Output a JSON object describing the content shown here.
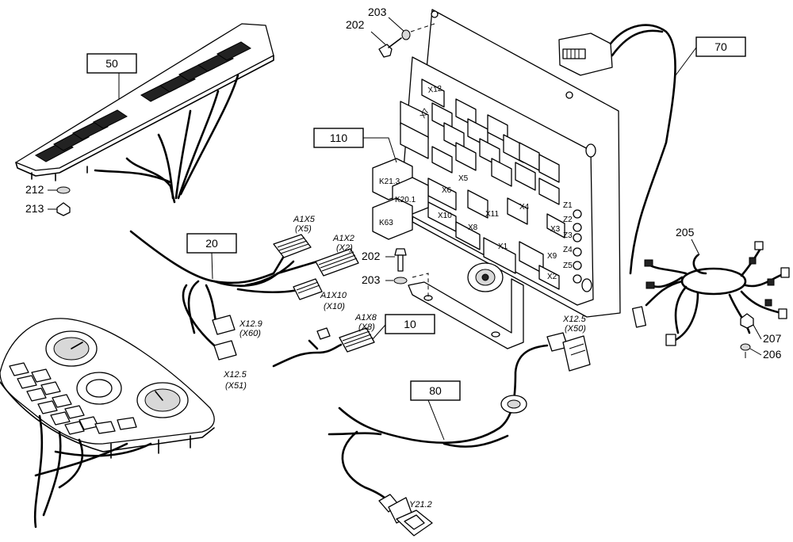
{
  "callouts": {
    "c50": "50",
    "c20": "20",
    "c10": "10",
    "c110": "110",
    "c70": "70",
    "c80": "80"
  },
  "parts": {
    "p202a": "202",
    "p203a": "203",
    "p202b": "202",
    "p203b": "203",
    "p212": "212",
    "p213": "213",
    "p205": "205",
    "p207": "207",
    "p206": "206"
  },
  "connectors": {
    "a1x5": "A1X5",
    "a1x5_sub": "(X5)",
    "a1x2": "A1X2",
    "a1x2_sub": "(X2)",
    "a1x10": "A1X10",
    "a1x10_sub": "(X10)",
    "x12_9": "X12.9",
    "x12_9_sub": "(X60)",
    "x12_5a": "X12.5",
    "x12_5a_sub": "(X51)",
    "a1x8": "A1X8",
    "a1x8_sub": "(X8)",
    "x12_5b": "X12.5",
    "x12_5b_sub": "(X50)",
    "y21_2": "Y21.2"
  },
  "board_labels": {
    "x12": "X12",
    "x7": "X7",
    "k21": "K21.3",
    "k20": "K20.1",
    "k63": "K63",
    "x5": "X5",
    "x6": "X6",
    "x10": "X10",
    "x8": "X8",
    "x11": "X11",
    "x1": "X1",
    "x3": "X3",
    "x9": "X9",
    "x2": "X2",
    "x4": "X4",
    "z1": "Z1",
    "z2": "Z2",
    "z3": "Z3",
    "z4": "Z4",
    "z5": "Z5"
  }
}
